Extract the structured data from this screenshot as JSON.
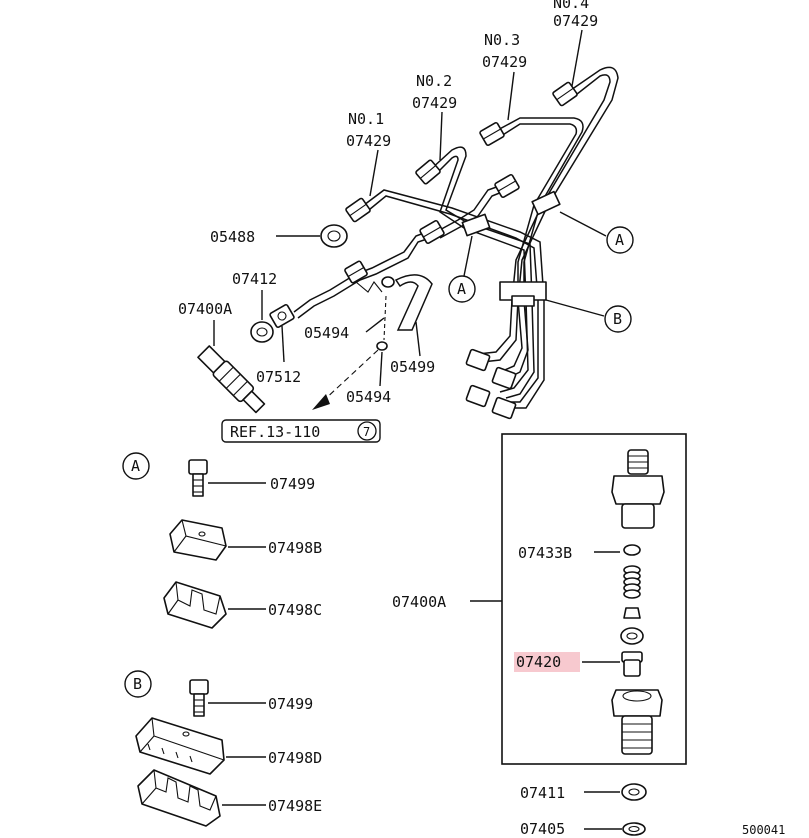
{
  "diagram": {
    "callouts": {
      "no4": "N0.4",
      "no4_num": "07429",
      "no3": "N0.3",
      "no3_num": "07429",
      "no2": "N0.2",
      "no2_num": "07429",
      "no1": "N0.1",
      "no1_num": "07429",
      "p05488": "05488",
      "p07412": "07412",
      "p07400A_top": "07400A",
      "p05494_a": "05494",
      "p05499": "05499",
      "p07512": "07512",
      "p05494_b": "05494",
      "ref": "REF.13-110",
      "ref_circle": "7",
      "circle_A1": "A",
      "circle_A2": "A",
      "circle_B1": "B",
      "group_A": "A",
      "a_07499": "07499",
      "a_07498B": "07498B",
      "a_07498C": "07498C",
      "group_B": "B",
      "b_07499": "07499",
      "b_07498D": "07498D",
      "b_07498E": "07498E",
      "p07433B": "07433B",
      "p07400A_box": "07400A",
      "p07420": "07420",
      "p07411": "07411",
      "p07405": "07405",
      "diagram_code": "500041"
    },
    "highlight_color": "#f7c9cf"
  }
}
